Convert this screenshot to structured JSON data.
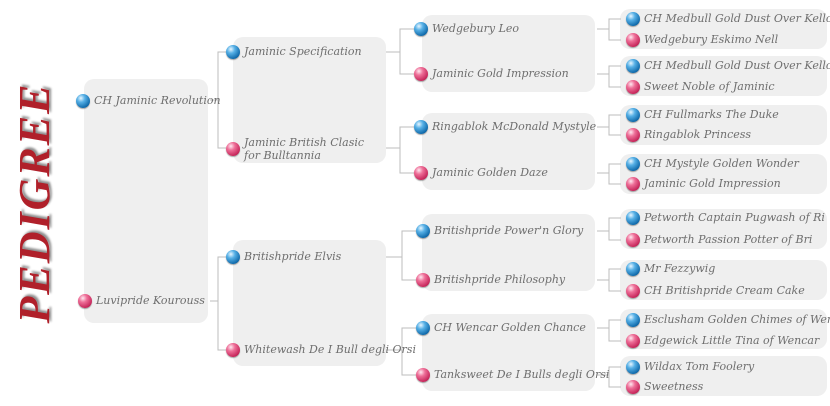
{
  "title": "PEDIGREE",
  "colors": {
    "title": "#b0202a",
    "male": "#1a7bc4",
    "female": "#d6336b",
    "panel": "#efefef",
    "line": "#bdbdbd"
  },
  "subject": {
    "sire": {
      "name": "CH Jaminic Revolution",
      "sex": "male"
    },
    "dam": {
      "name": "Luvipride Kourouss",
      "sex": "female"
    }
  },
  "sire_line": {
    "sire": {
      "name": "Jaminic Specification",
      "sex": "male"
    },
    "dam": {
      "name": "Jaminic British Clasic for Bulltannia",
      "line1": "Jaminic British Clasic",
      "line2": "for Bulltannia",
      "sex": "female"
    }
  },
  "dam_line": {
    "sire": {
      "name": "Britishpride Elvis",
      "sex": "male"
    },
    "dam": {
      "name": "Whitewash De I Bull degli Orsi",
      "sex": "female"
    }
  },
  "generation3": [
    {
      "name": "Wedgebury Leo",
      "sex": "male"
    },
    {
      "name": "Jaminic Gold Impression",
      "sex": "female"
    },
    {
      "name": "Ringablok McDonald Mystyle",
      "sex": "male"
    },
    {
      "name": "Jaminic Golden Daze",
      "sex": "female"
    },
    {
      "name": "Britishpride Power'n Glory",
      "sex": "male"
    },
    {
      "name": "Britishpride Philosophy",
      "sex": "female"
    },
    {
      "name": "CH  Wencar Golden Chance",
      "sex": "male"
    },
    {
      "name": "Tanksweet De I Bulls degli Orsi",
      "sex": "female"
    }
  ],
  "generation4": [
    {
      "name": "CH Medbull Gold Dust Over Kelloe",
      "sex": "male"
    },
    {
      "name": "Wedgebury Eskimo Nell",
      "sex": "female"
    },
    {
      "name": "CH Medbull Gold Dust Over Kelloe",
      "sex": "male"
    },
    {
      "name": "Sweet Noble of Jaminic",
      "sex": "female"
    },
    {
      "name": "CH Fullmarks The Duke",
      "sex": "male"
    },
    {
      "name": "Ringablok Princess",
      "sex": "female"
    },
    {
      "name": "CH Mystyle Golden Wonder",
      "sex": "male"
    },
    {
      "name": "Jaminic Gold Impression",
      "sex": "female"
    },
    {
      "name": "Petworth Captain Pugwash of Ri",
      "sex": "male"
    },
    {
      "name": "Petworth Passion Potter of Bri",
      "sex": "female"
    },
    {
      "name": "Mr Fezzywig",
      "sex": "male"
    },
    {
      "name": "CH Britishpride Cream Cake",
      "sex": "female"
    },
    {
      "name": "Esclusham Golden Chimes of Wen",
      "sex": "male"
    },
    {
      "name": "Edgewick Little Tina of Wencar",
      "sex": "female"
    },
    {
      "name": "Wildax Tom Foolery",
      "sex": "male"
    },
    {
      "name": "Sweetness",
      "sex": "female"
    }
  ]
}
